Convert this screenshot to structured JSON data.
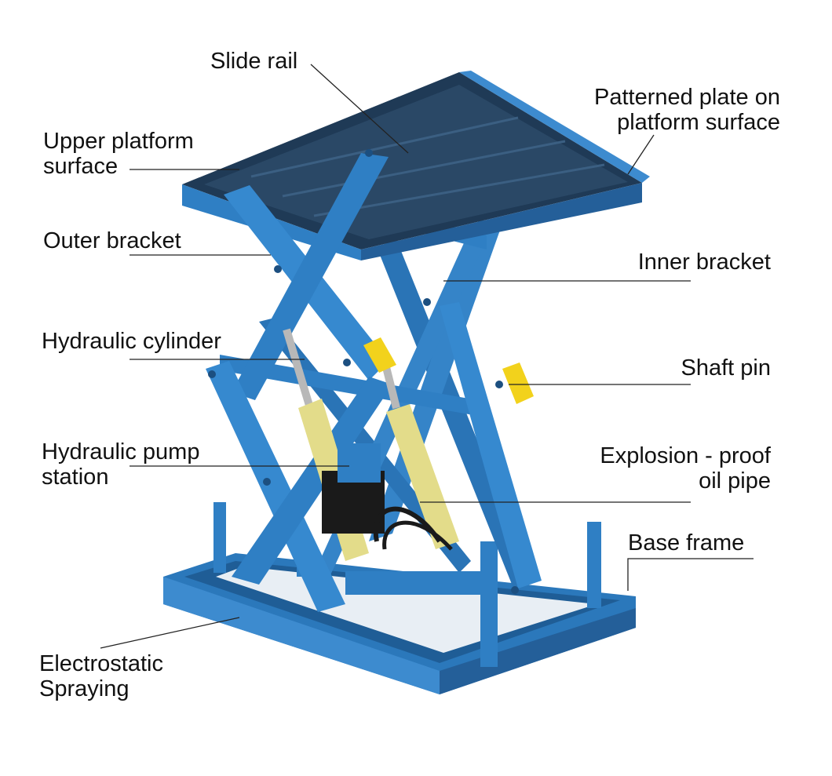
{
  "labels": {
    "slide_rail": "Slide rail",
    "patterned_plate": [
      "Patterned plate on",
      "platform surface"
    ],
    "upper_platform": [
      "Upper platform",
      "surface"
    ],
    "outer_bracket": "Outer bracket",
    "inner_bracket": "Inner bracket",
    "hydraulic_cylinder": "Hydraulic cylinder",
    "shaft_pin": "Shaft pin",
    "hydraulic_pump": [
      "Hydraulic pump",
      "station"
    ],
    "explosion_proof": [
      "Explosion - proof",
      "oil pipe"
    ],
    "base_frame": "Base frame",
    "electrostatic": [
      "Electrostatic",
      "Spraying"
    ]
  },
  "colors": {
    "frame_blue": "#2f7fc4",
    "frame_dark": "#1d5e9a",
    "frame_light": "#5aa4e0",
    "platform_top": "#243a52",
    "cylinder_yellow": "#e3dc8a",
    "shaft_pin_yellow": "#f2d21c",
    "pump_black": "#1a1a1a",
    "leader_line": "#222222",
    "text": "#111111"
  }
}
